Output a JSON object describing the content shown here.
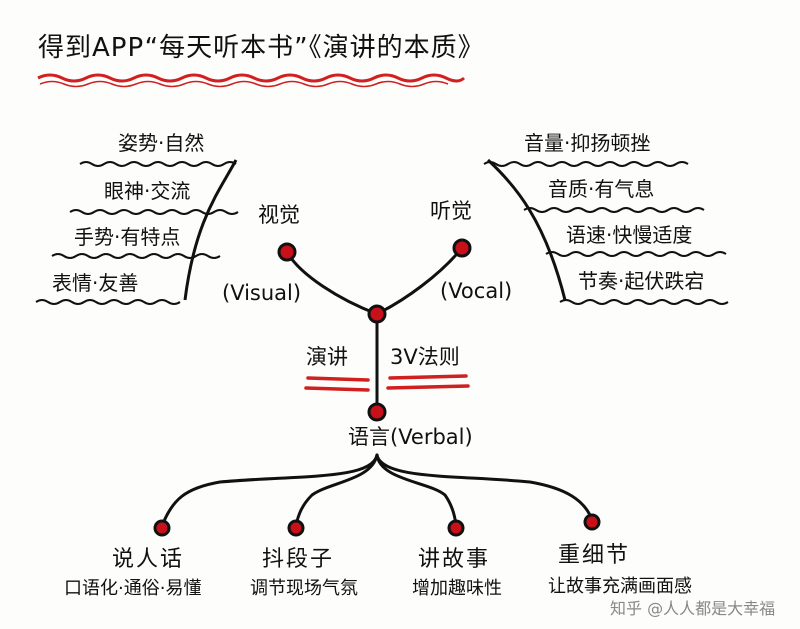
{
  "title": "得到APP“每天听本书”《演讲的本质》",
  "center": {
    "left_label": "演讲",
    "right_label": "3V法则"
  },
  "visual": {
    "label": "视觉",
    "sublabel": "(Visual)",
    "items": [
      "姿势·自然",
      "眼神·交流",
      "手势·有特点",
      "表情·友善"
    ]
  },
  "vocal": {
    "label": "听觉",
    "sublabel": "(Vocal)",
    "items": [
      "音量·抑扬顿挫",
      "音质·有气息",
      "语速·快慢适度",
      "节奏·起伏跌宕"
    ]
  },
  "verbal": {
    "label": "语言(Verbal)",
    "branches": [
      {
        "title": "说人话",
        "desc": "口语化·通俗·易懂"
      },
      {
        "title": "抖段子",
        "desc": "调节现场气氛"
      },
      {
        "title": "讲故事",
        "desc": "增加趣味性"
      },
      {
        "title": "重细节",
        "desc": "让故事充满画面感"
      }
    ]
  },
  "watermark": "知乎 @人人都是大幸福",
  "colors": {
    "ink": "#111111",
    "accent_red": "#d0201f",
    "dot_red": "#c8101a"
  }
}
